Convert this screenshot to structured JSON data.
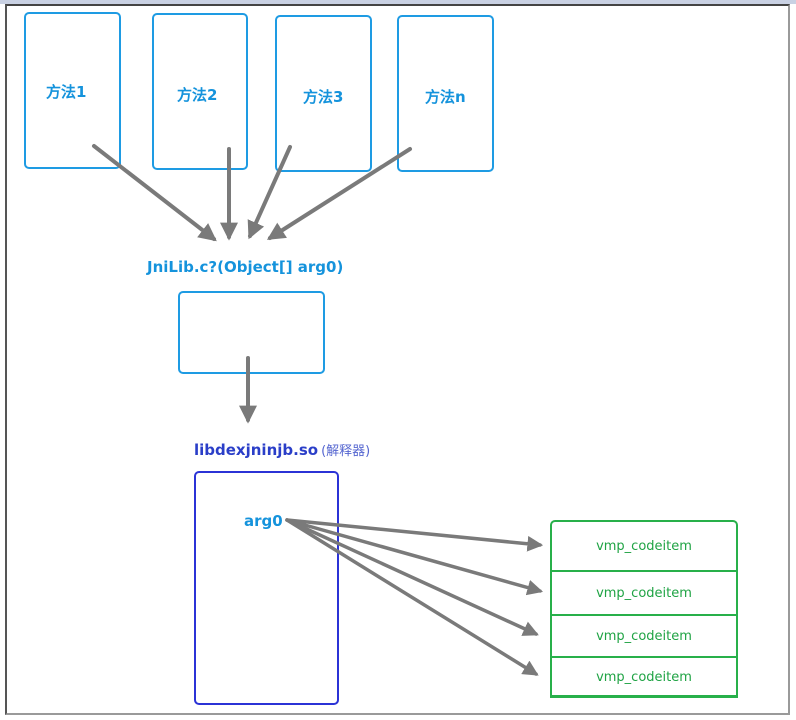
{
  "diagram": {
    "methods": [
      {
        "label": "方法1"
      },
      {
        "label": "方法2"
      },
      {
        "label": "方法3"
      },
      {
        "label": "方法n"
      }
    ],
    "dispatcher": {
      "label": "JniLib.c?(Object[] arg0)"
    },
    "interpreter": {
      "library": "libdexjninjb.so",
      "note": "(解释器)",
      "param_label": "arg0"
    },
    "codeitems": [
      {
        "label": "vmp_codeitem"
      },
      {
        "label": "vmp_codeitem"
      },
      {
        "label": "vmp_codeitem"
      },
      {
        "label": "vmp_codeitem"
      }
    ],
    "edges": [
      {
        "from": "方法1",
        "to": "JniLib.c?(Object[] arg0)"
      },
      {
        "from": "方法2",
        "to": "JniLib.c?(Object[] arg0)"
      },
      {
        "from": "方法3",
        "to": "JniLib.c?(Object[] arg0)"
      },
      {
        "from": "方法n",
        "to": "JniLib.c?(Object[] arg0)"
      },
      {
        "from": "JniLib.c?(Object[] arg0)",
        "to": "libdexjninjb.so"
      },
      {
        "from": "arg0",
        "to": "vmp_codeitem 1"
      },
      {
        "from": "arg0",
        "to": "vmp_codeitem 2"
      },
      {
        "from": "arg0",
        "to": "vmp_codeitem 3"
      },
      {
        "from": "arg0",
        "to": "vmp_codeitem 4"
      }
    ],
    "colors": {
      "method_blue": "#1e9be3",
      "interpreter_blue": "#2b33d6",
      "codeitem_green": "#28b04a",
      "arrow_gray": "#7a7a7a"
    }
  }
}
